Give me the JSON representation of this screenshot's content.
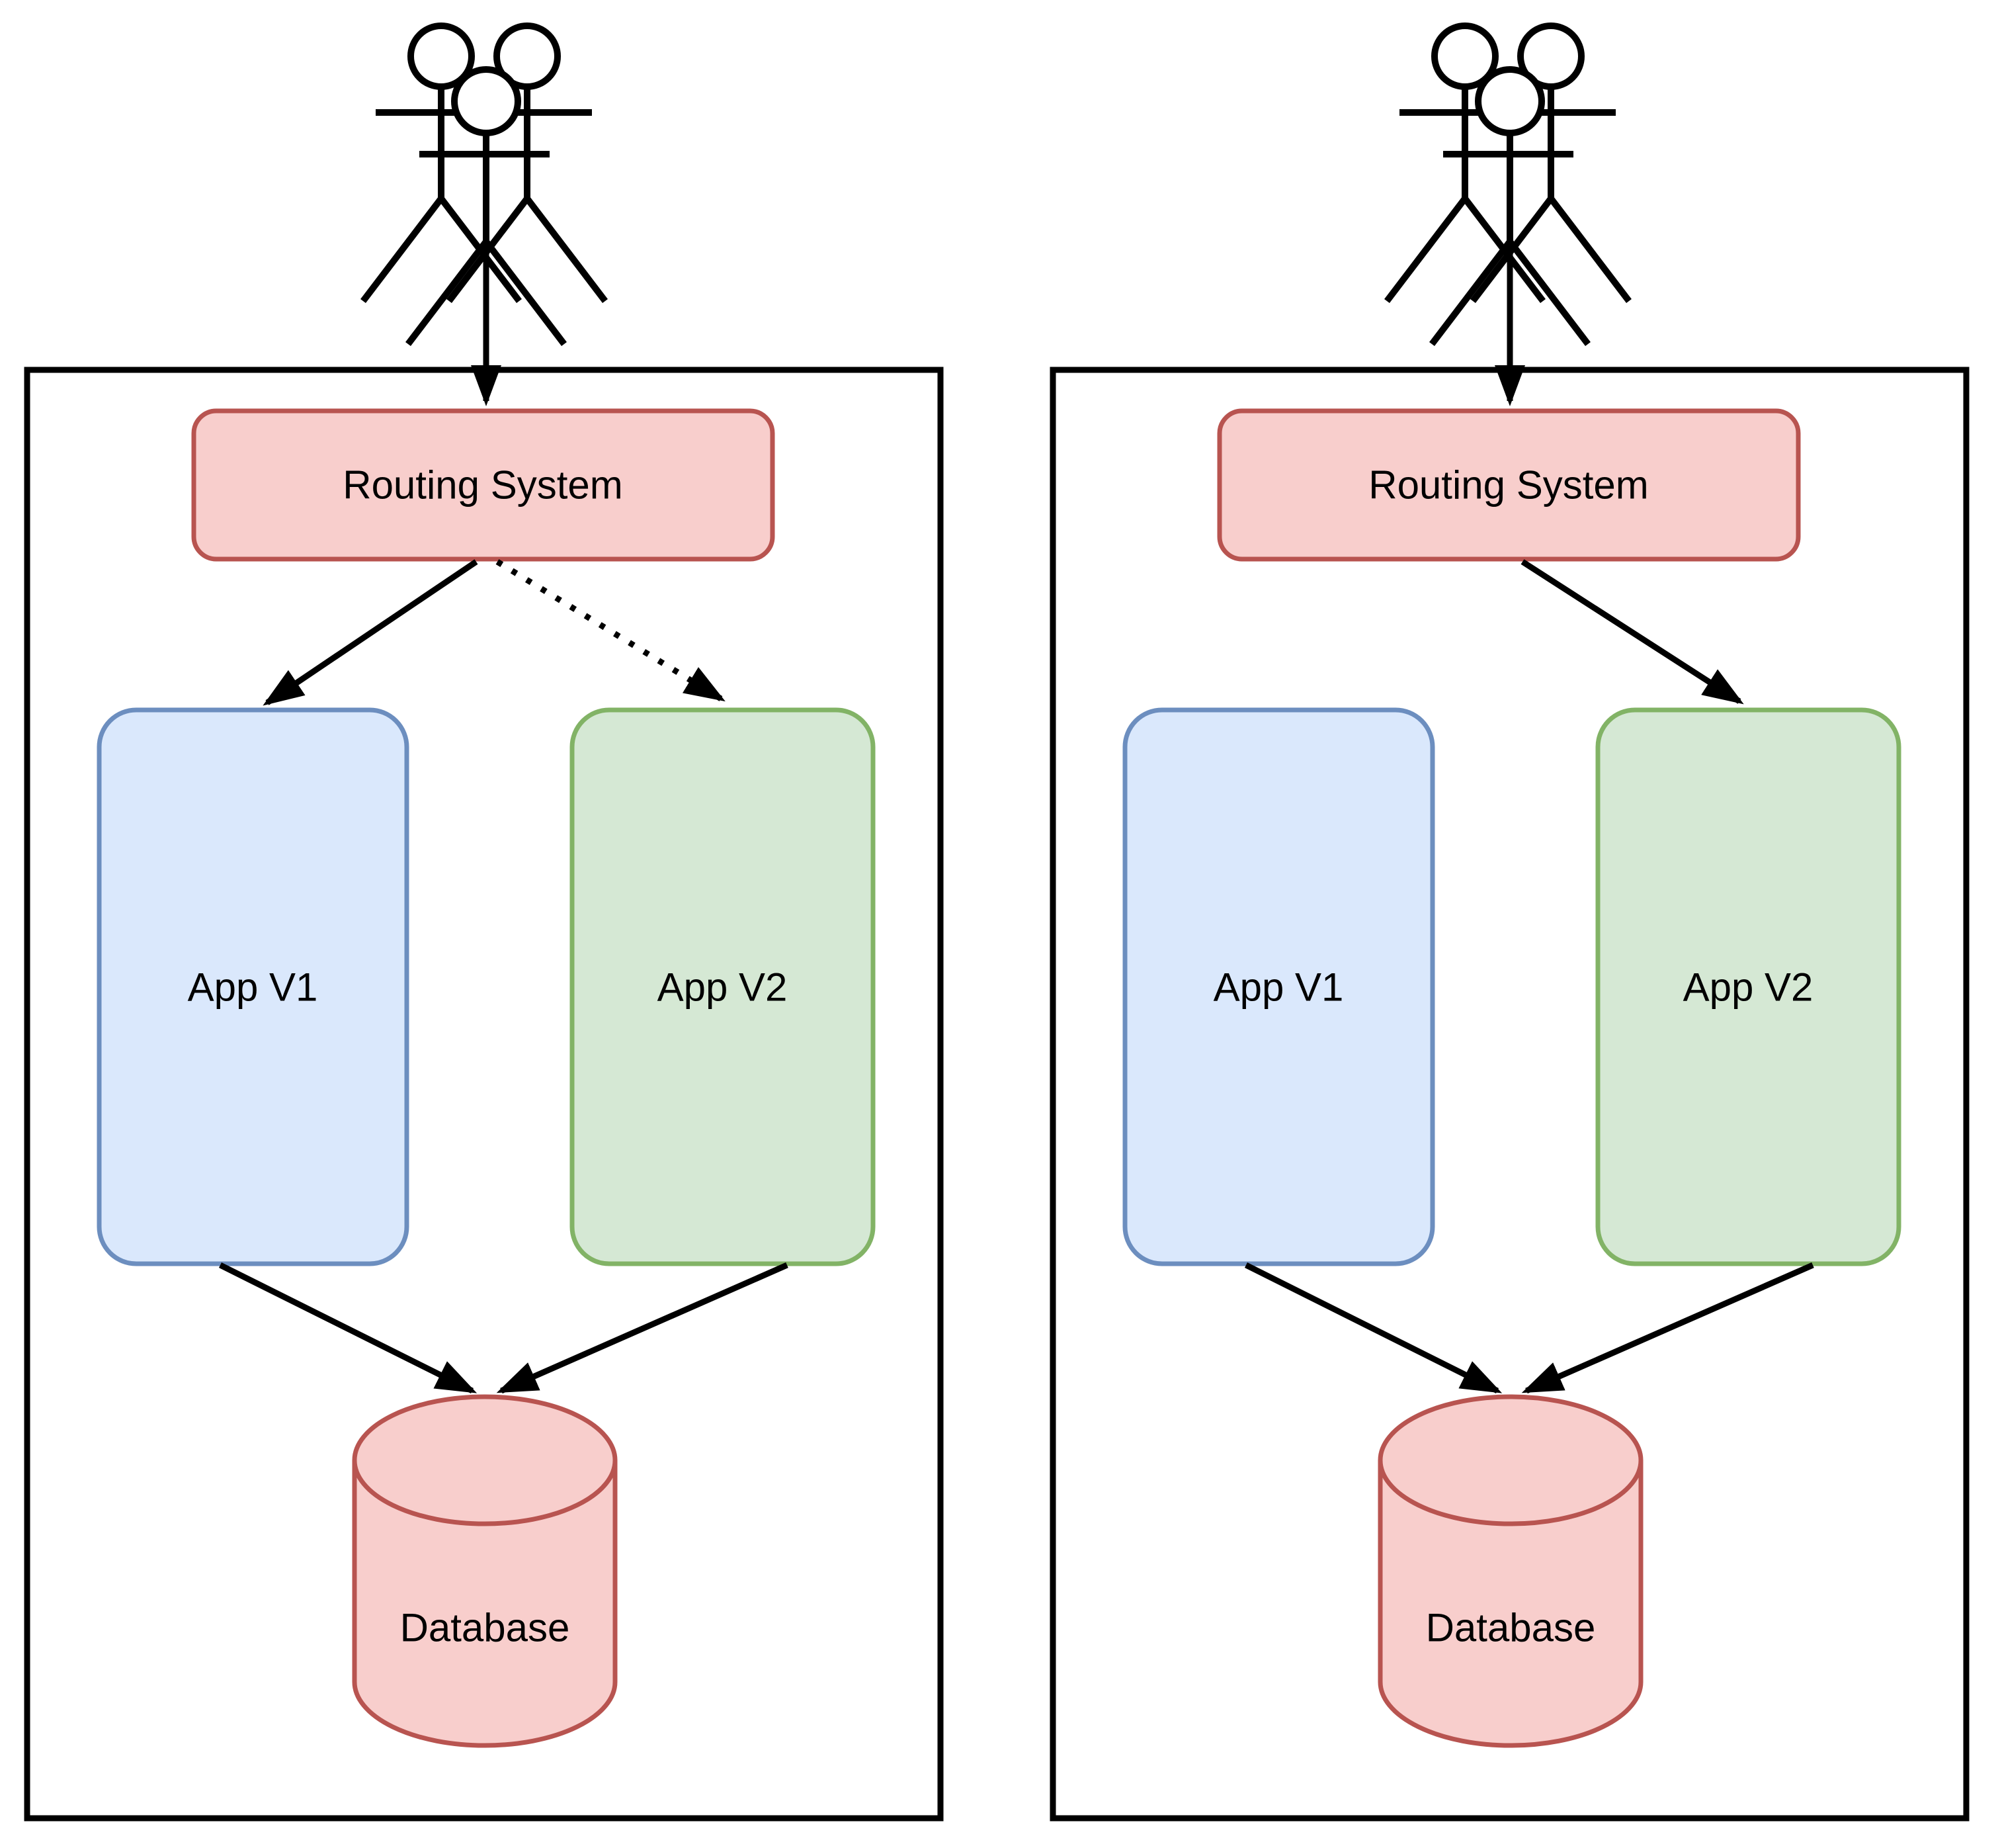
{
  "page": {
    "background": "#ffffff"
  },
  "colors": {
    "panel_border": "#000000",
    "routing_fill": "#f8cecc",
    "routing_border": "#b85450",
    "app_v1_fill": "#dae8fc",
    "app_v1_border": "#6c8ebf",
    "app_v2_fill": "#d5e8d4",
    "app_v2_border": "#82b366",
    "database_fill": "#f8cecc",
    "database_border": "#b85450",
    "edge_color": "#000000",
    "text_color": "#000000"
  },
  "panels": [
    {
      "side": "left",
      "users_icon": "stick-figures-users-icon",
      "routing_label": "Routing System",
      "app_v1_label": "App V1",
      "app_v2_label": "App V2",
      "database_label": "Database",
      "connections": [
        {
          "from": "users",
          "to": "routing-system",
          "style": "solid"
        },
        {
          "from": "routing-system",
          "to": "app-v1",
          "style": "solid"
        },
        {
          "from": "routing-system",
          "to": "app-v2",
          "style": "dotted"
        },
        {
          "from": "app-v1",
          "to": "database",
          "style": "solid"
        },
        {
          "from": "app-v2",
          "to": "database",
          "style": "solid"
        }
      ]
    },
    {
      "side": "right",
      "users_icon": "stick-figures-users-icon",
      "routing_label": "Routing System",
      "app_v1_label": "App V1",
      "app_v2_label": "App V2",
      "database_label": "Database",
      "connections": [
        {
          "from": "users",
          "to": "routing-system",
          "style": "solid"
        },
        {
          "from": "routing-system",
          "to": "app-v2",
          "style": "solid"
        },
        {
          "from": "app-v1",
          "to": "database",
          "style": "solid"
        },
        {
          "from": "app-v2",
          "to": "database",
          "style": "solid"
        }
      ]
    }
  ]
}
